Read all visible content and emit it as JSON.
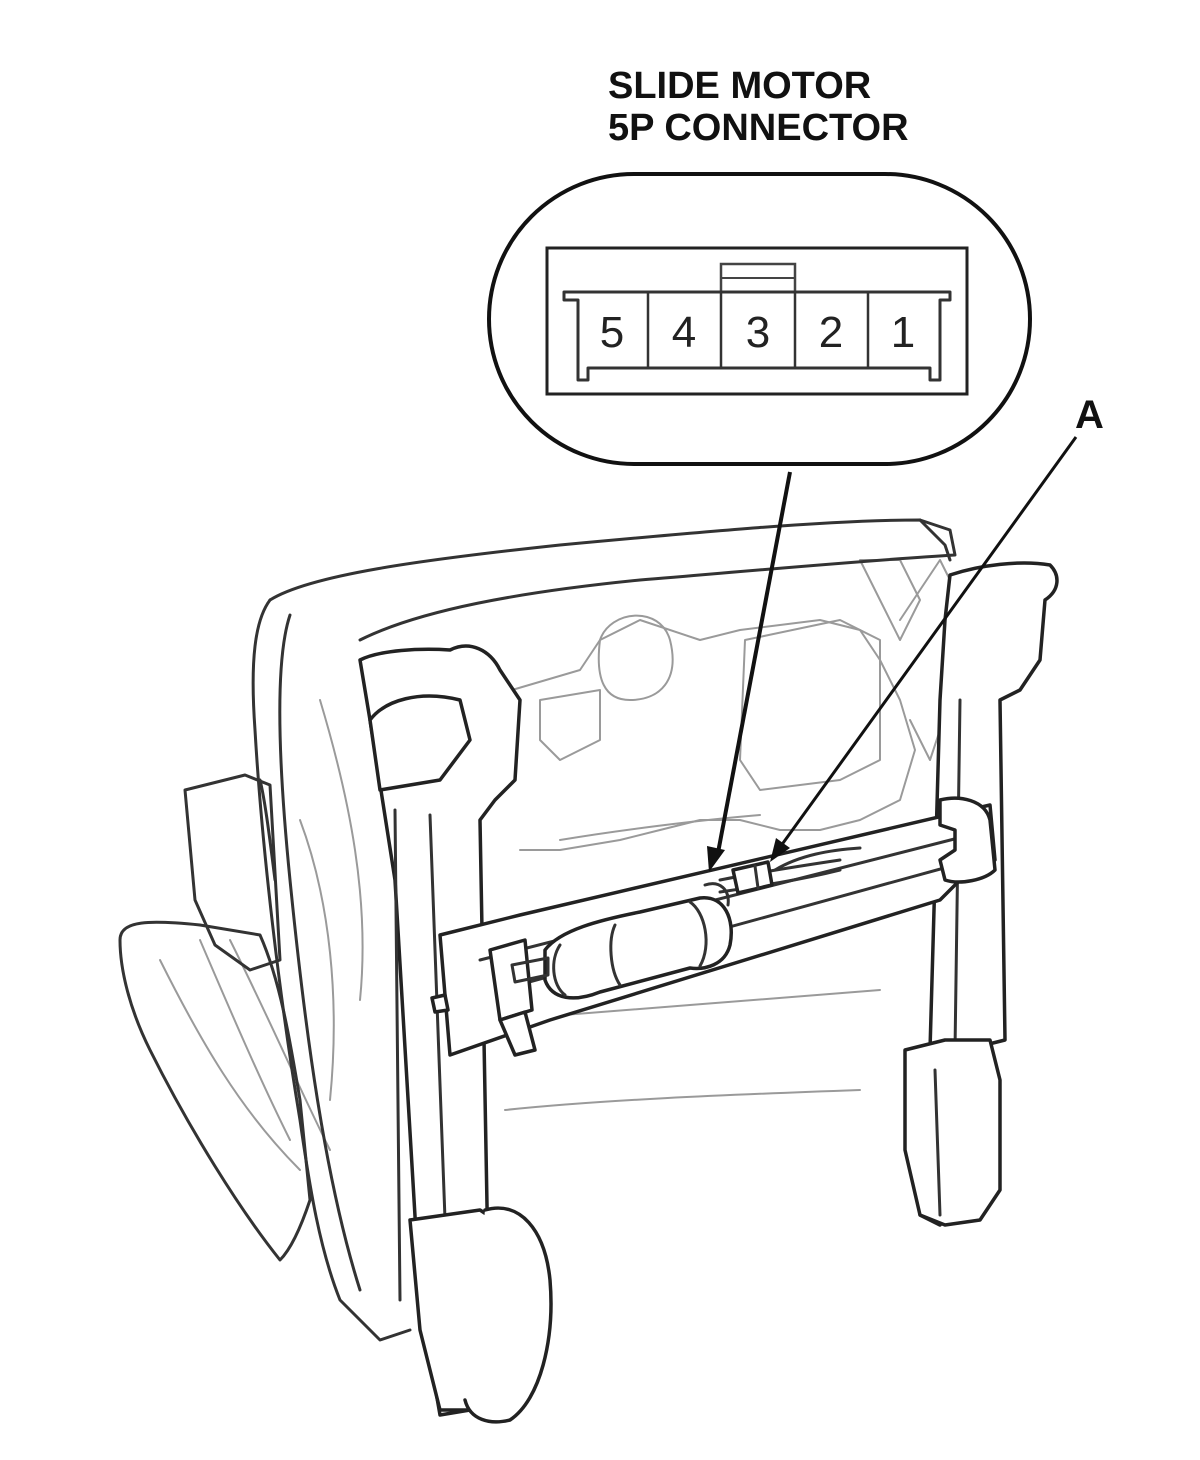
{
  "title": {
    "line1": "SLIDE MOTOR",
    "line2": "5P CONNECTOR"
  },
  "connector": {
    "pins": [
      "5",
      "4",
      "3",
      "2",
      "1"
    ]
  },
  "callout": {
    "label": "A"
  },
  "colors": {
    "line": "#111111",
    "light_line": "#9a9a9a",
    "background": "#ffffff"
  }
}
